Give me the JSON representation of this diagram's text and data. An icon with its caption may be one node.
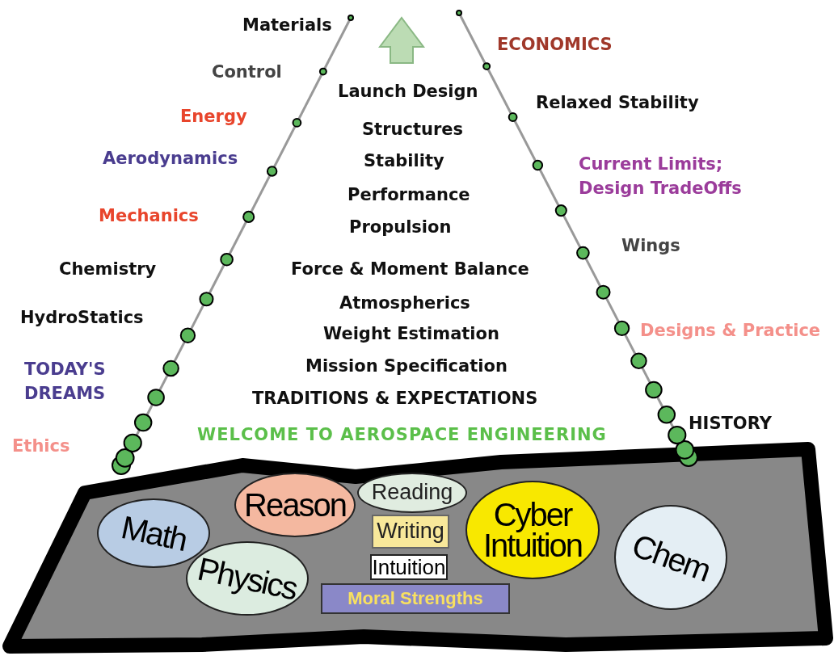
{
  "diagram": {
    "nodes": [
      {
        "text": [
          "Math"
        ]
      },
      {
        "text": [
          "Reason"
        ]
      },
      {
        "text": [
          "Reading"
        ]
      },
      {
        "text": [
          "Cyber Intuition"
        ]
      },
      {
        "text": [
          "Writing"
        ]
      },
      {
        "text": [
          "Physics"
        ]
      },
      {
        "text": [
          "Intuition"
        ]
      },
      {
        "text": [
          "Moral Strengths"
        ]
      },
      {
        "text": [
          "Chem"
        ]
      }
    ],
    "edges": [],
    "labels": [
      "Materials",
      "ECONOMICS",
      "Control",
      "Launch Design",
      "Relaxed Stability",
      "Energy",
      "Structures",
      "Aerodynamics",
      "Stability",
      "Current Limits; Design TradeOffs",
      "Mechanics",
      "Performance",
      "Propulsion",
      "Wings",
      "Force & Moment Balance",
      "Chemistry",
      "Atmospherics",
      "HydroStatics",
      "Designs & Practice",
      "Weight Estimation",
      "Mission Specification",
      "TODAY'S DREAMS",
      "TRADITIONS & EXPECTATIONS",
      "HISTORY",
      "WELCOME TO AEROSPACE ENGINEERING",
      "Ethics"
    ]
  }
}
